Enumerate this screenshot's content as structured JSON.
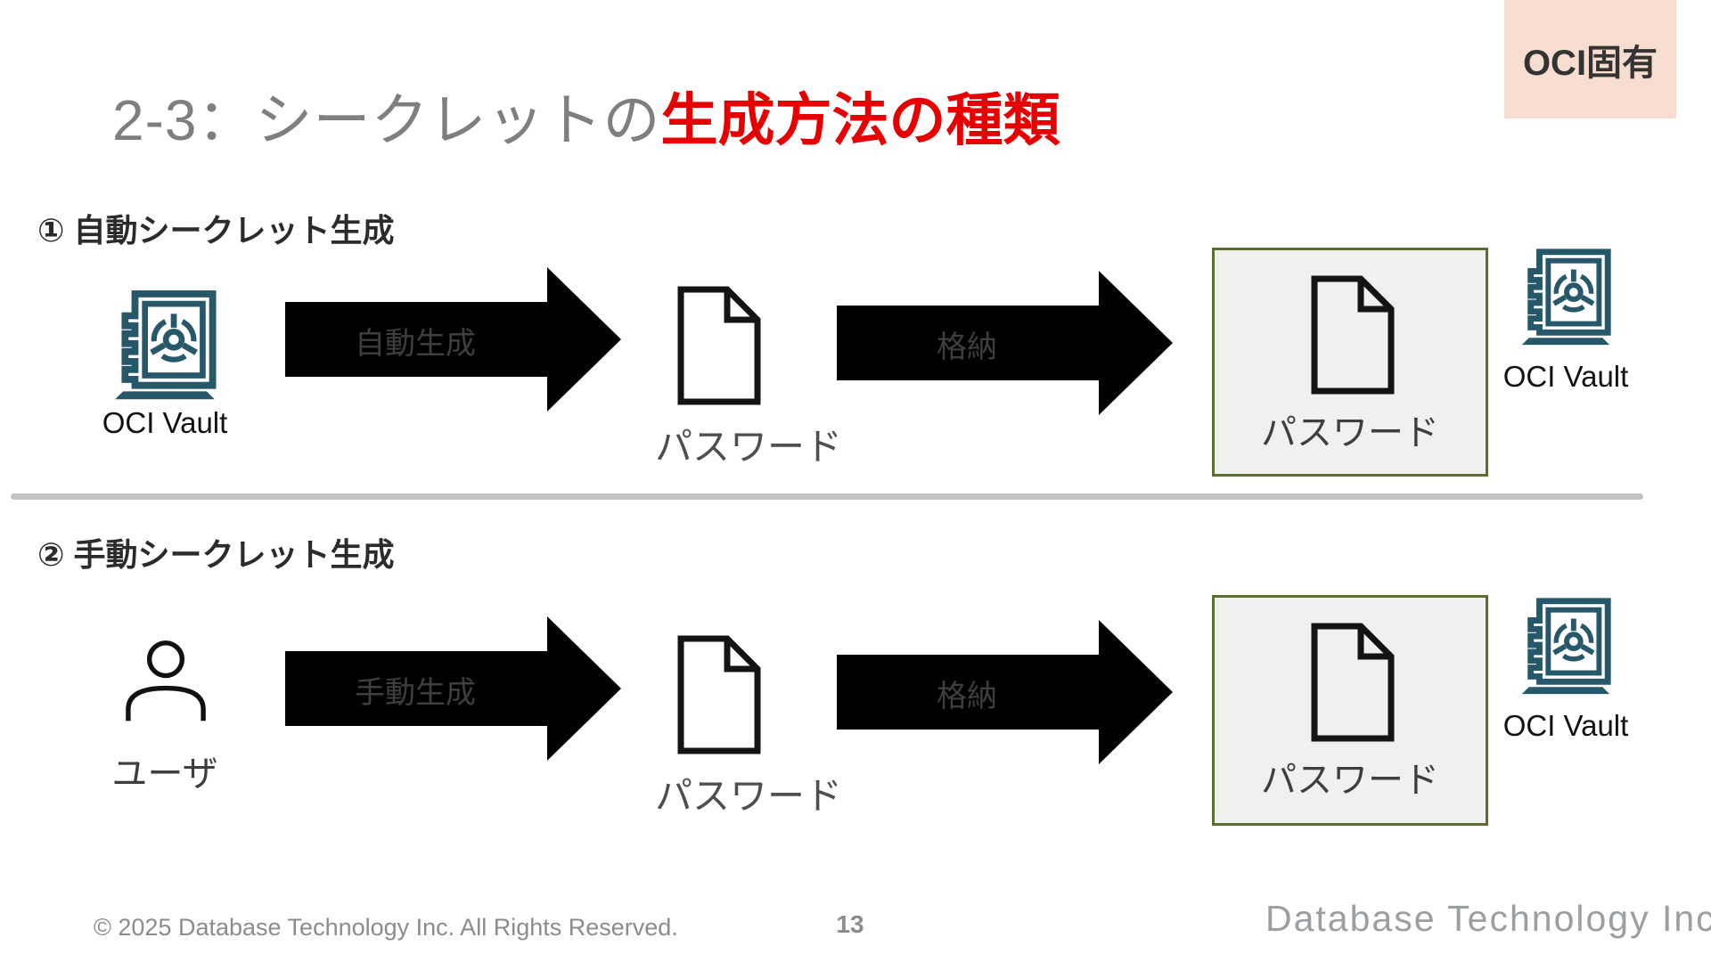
{
  "badge": {
    "label": "OCI固有"
  },
  "title": {
    "prefix": "2-3：シークレットの",
    "highlight": "生成方法の種類"
  },
  "sections": [
    {
      "heading": "① 自動シークレット生成",
      "source_label": "OCI Vault",
      "generate_arrow_label": "自動生成",
      "password_label": "パスワード",
      "store_arrow_label": "格納",
      "stored_password_label": "パスワード",
      "target_label": "OCI Vault"
    },
    {
      "heading": "② 手動シークレット生成",
      "source_label": "ユーザ",
      "generate_arrow_label": "手動生成",
      "password_label": "パスワード",
      "store_arrow_label": "格納",
      "stored_password_label": "パスワード",
      "target_label": "OCI Vault"
    }
  ],
  "footer": {
    "copyright": "© 2025 Database Technology Inc. All Rights Reserved.",
    "page_number": "13",
    "logo_text": "Database Technology Inc."
  },
  "colors": {
    "badge_bg": "#f6ddd0",
    "title_accent": "#e60000",
    "title_gray": "#7f7f7f",
    "arrow_fill": "#deeeca",
    "arrow_border": "#4a6328",
    "box_fill": "#f0f0ee",
    "box_border": "#5a6e2e",
    "vault_teal": "#27586a",
    "divider_gray": "#c2c2c2"
  }
}
